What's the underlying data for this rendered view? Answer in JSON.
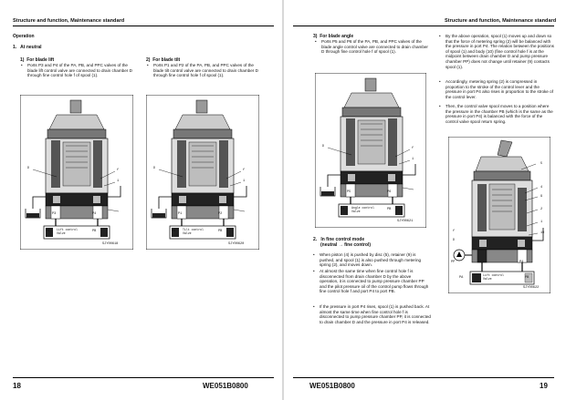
{
  "left_page": {
    "header": "Structure and function, Maintenance standard",
    "section": "Operation",
    "subsection": "1.   At neutral",
    "item1": {
      "title": "1)  For blade lift",
      "text": "Ports P3 and P4 of the PA, PB, and PPC valves of the blade lift control valve are connected to drain chamber D through fine control hole f of spool (1).",
      "figure_id": "SJY00618",
      "labels": {
        "D": "D",
        "f": "f",
        "one": "1",
        "P3": "P3",
        "P4": "P4",
        "PA": "PA",
        "PB": "PB",
        "valve": "Lift control\nValve"
      }
    },
    "item2": {
      "title": "2)  For blade tilt",
      "text": "Ports P1 and P2 of the PA, PB, and PPC valves of the blade tilt control valve are connected to drain chamber D through fine control hole f of spool (1).",
      "figure_id": "SJY00620",
      "labels": {
        "D": "D",
        "f": "f",
        "one": "1",
        "P1": "P1",
        "P2": "P2",
        "PA": "PA",
        "PB": "PB",
        "valve": "Tilt control\nValve"
      }
    },
    "footer_page": "18",
    "footer_code": "WE051B0800"
  },
  "right_page": {
    "header": "Structure and function, Maintenance standard",
    "item3": {
      "title": "3)  For blade angle",
      "text": "Ports P5 and P6 of the PA, PB, and PPC valves of the blade angle control valve are connected to drain chamber D through fine control hole f of spool (1).",
      "figure_id": "SJY00621",
      "labels": {
        "D": "D",
        "f": "f",
        "one": "1",
        "P5": "P5",
        "P6": "P6",
        "PA": "PA",
        "PB": "PB",
        "valve": "Angle control\nValve"
      }
    },
    "section2": {
      "title": "2.   In fine control mode",
      "subtitle": "(neutral → fine control)",
      "bullets": [
        "When piston (4) is pushed by disc (5), retainer (9) is pushed, and spool (1) is also pushed through metering spring (2), and moves down.",
        "At almost the same time when fine control hole f is disconnected from drain chamber D by the above operation, it is connected to pump pressure chamber PP and the pilot pressure oil of the control pump flows through fine control hole f and port P4 to port PB.",
        "If the pressure in port P4 rises, spool (1) is pushed back. At almost the same time when fine control hole f is disconnected to pump pressure chamber PP, it is connected to drain chamber D and the pressure in port P4 is released."
      ]
    },
    "col2_bullets": [
      "By the above operation, spool (1) moves up and down so that the force of metering spring (2) will be balanced with the pressure in port P4. The relation between the positions of spool (1) and body (10) (fine control hole f is at the midpoint between drain chamber D and pump pressure chamber PP) does not change until retainer (9) contacts spool (1).",
      "Accordingly, metering spring (2) is compressed in proportion to the stroke of the control lever and the pressure in port P4 also rises in proportion to the stroke of the control lever.",
      "Then, the control valve spool moves to a position where the pressure in the chamber PB (which is the same as the pressure in port P4) is balanced with the force of the control valve spool return spring."
    ],
    "figure4": {
      "figure_id": "SJY00622",
      "labels": {
        "five": "5",
        "four": "4",
        "nine": "9",
        "two": "2",
        "one": "1",
        "ten": "10",
        "f": "f",
        "D": "D",
        "PP": "PP",
        "P4": "P4",
        "PA": "PA",
        "PB": "PB",
        "valve": "Lift control\nValve"
      }
    },
    "footer_code": "WE051B0800",
    "footer_page": "19"
  },
  "colors": {
    "page": "#ffffff",
    "gutter": "#d8d8d8",
    "ink": "#111111",
    "oil_dark": "#222222",
    "oil_light": "#bdbdbd"
  }
}
